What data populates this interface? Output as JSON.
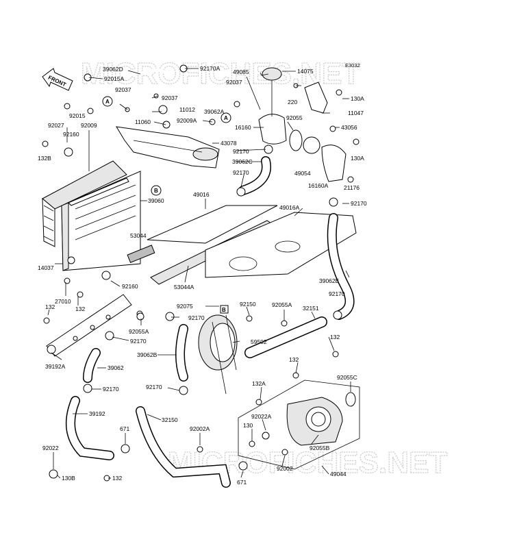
{
  "diagram": {
    "diagram_code": "E3032",
    "watermark": "MICROFICHES.NET",
    "front_label": "FRONT",
    "reference_marks": [
      "A",
      "B"
    ],
    "part_numbers": {
      "p39062D": "39062D",
      "p92170A": "92170A",
      "p92015A": "92015A",
      "p49085": "49085",
      "p14075": "14075",
      "p92037a": "92037",
      "p92037b": "92037",
      "p92037c": "92037",
      "p130A_1": "130A",
      "p220": "220",
      "p11047": "11047",
      "p39062A": "39062A",
      "p11012": "11012",
      "p11060": "11060",
      "p92009A": "92009A",
      "p16160": "16160",
      "p92055": "92055",
      "p43056": "43056",
      "p92015": "92015",
      "p92027": "92027",
      "p92009": "92009",
      "p92160a": "92160",
      "p43078": "43078",
      "p92170a": "92170",
      "p39062C": "39062C",
      "p49054": "49054",
      "p130A_2": "130A",
      "p132B": "132B",
      "p92170b": "92170",
      "p16160A": "16160A",
      "p21176": "21176",
      "p39060": "39060",
      "p49016": "49016",
      "p92170c": "92170",
      "p49016A": "49016A",
      "p53044": "53044",
      "p14037": "14037",
      "p53044A": "53044A",
      "p92160b": "92160",
      "p39062E": "39062E",
      "p27010": "27010",
      "p132_1": "132",
      "p132_2": "132",
      "p92075": "92075",
      "p92150": "92150",
      "p92055A_1": "92055A",
      "p32151": "32151",
      "p92170d": "92170",
      "p92170e": "92170",
      "p132_3": "132",
      "p92055A_2": "92055A",
      "p59502": "59502",
      "p92170f": "92170",
      "p39192A": "39192A",
      "p39062B": "39062B",
      "p132_4": "132",
      "p39062": "39062",
      "p92055C": "92055C",
      "p92170g": "92170",
      "p132A": "132A",
      "p92170h": "92170",
      "p39192": "39192",
      "p32150": "32150",
      "p92022A": "92022A",
      "p671_1": "671",
      "p92002A": "92002A",
      "p130": "130",
      "p92022": "92022",
      "p92055B": "92055B",
      "p92002": "92002",
      "p130B": "130B",
      "p132_5": "132",
      "p671_2": "671",
      "p49044": "49044"
    }
  }
}
